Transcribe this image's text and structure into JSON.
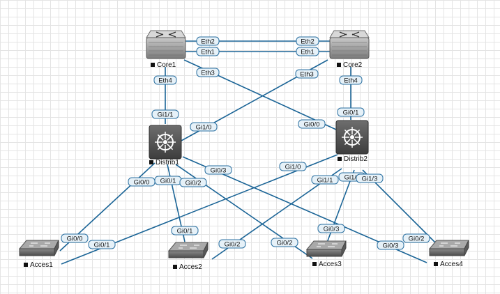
{
  "devices": [
    {
      "id": "core1",
      "label": "Core1",
      "type": "core"
    },
    {
      "id": "core2",
      "label": "Core2",
      "type": "core"
    },
    {
      "id": "distrib1",
      "label": "Distrib1",
      "type": "distribution"
    },
    {
      "id": "distrib2",
      "label": "Distrib2",
      "type": "distribution"
    },
    {
      "id": "acces1",
      "label": "Acces1",
      "type": "access"
    },
    {
      "id": "acces2",
      "label": "Acces2",
      "type": "access"
    },
    {
      "id": "acces3",
      "label": "Acces3",
      "type": "access"
    },
    {
      "id": "acces4",
      "label": "Acces4",
      "type": "access"
    }
  ],
  "links": [
    {
      "from": "core1",
      "from_port": "Eth2",
      "to": "core2",
      "to_port": "Eth2"
    },
    {
      "from": "core1",
      "from_port": "Eth1",
      "to": "core2",
      "to_port": "Eth1"
    },
    {
      "from": "core1",
      "from_port": "Eth4",
      "to": "distrib1",
      "to_port": "Gi1/1"
    },
    {
      "from": "core1",
      "from_port": "Eth3",
      "to": "distrib2",
      "to_port": "Gi0/0"
    },
    {
      "from": "core2",
      "from_port": "Eth3",
      "to": "distrib1",
      "to_port": "Gi1/0"
    },
    {
      "from": "core2",
      "from_port": "Eth4",
      "to": "distrib2",
      "to_port": "Gi0/1"
    },
    {
      "from": "distrib1",
      "from_port": "Gi0/0",
      "to": "acces1",
      "to_port": "Gi0/0"
    },
    {
      "from": "distrib1",
      "from_port": "Gi0/1",
      "to": "acces2",
      "to_port": "Gi0/1"
    },
    {
      "from": "distrib1",
      "from_port": "Gi0/2",
      "to": "acces3",
      "to_port": "Gi0/2"
    },
    {
      "from": "distrib1",
      "from_port": "Gi0/3",
      "to": "acces4",
      "to_port": "Gi0/3"
    },
    {
      "from": "distrib2",
      "from_port": "Gi1/0",
      "to": "acces1",
      "to_port": "Gi0/1"
    },
    {
      "from": "distrib2",
      "from_port": "Gi1/1",
      "to": "acces2",
      "to_port": "Gi0/2"
    },
    {
      "from": "distrib2",
      "from_port": "Gi1/2",
      "to": "acces3",
      "to_port": "Gi0/3"
    },
    {
      "from": "distrib2",
      "from_port": "Gi1/3",
      "to": "acces4",
      "to_port": "Gi0/2"
    }
  ],
  "colors": {
    "link": "#1a6496",
    "port_fill": "#e6f1f8",
    "port_border": "#2a6fa0"
  }
}
